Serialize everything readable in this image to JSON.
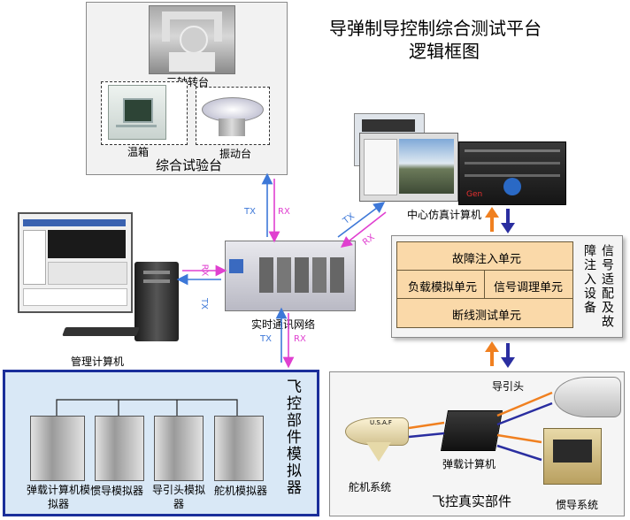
{
  "title": {
    "line1": "导弹制导控制综合测试平台",
    "line2": "逻辑框图"
  },
  "test_bench": {
    "label": "综合试验台",
    "turntable": "三轴转台",
    "chamber": "温箱",
    "vibration": "振动台"
  },
  "sim_computer": "中心仿真计算机",
  "mgmt_computer": "管理计算机",
  "network": "实时通讯网络",
  "signal_panel": {
    "vertical_label": "信号适配及故障注入设备",
    "fault_injection": "故障注入单元",
    "load_sim": "负载模拟单元",
    "signal_cond": "信号调理单元",
    "break_test": "断线测试单元"
  },
  "simulator_panel": {
    "vertical_label": "飞控部件模拟器",
    "units": [
      "弹载计算机模拟器",
      "惯导模拟器",
      "导引头模拟器",
      "舵机模拟器"
    ]
  },
  "real_panel": {
    "label": "飞控真实部件",
    "seeker": "导引头",
    "onboard": "弹载计算机",
    "servo": "舵机系统",
    "ins": "惯导系统",
    "missile_mark": "U.S.A.F"
  },
  "links": {
    "tx": "TX",
    "rx": "RX"
  },
  "device_marks": {
    "rack_logo": "Gen"
  },
  "colors": {
    "tx_line": "#3d78d8",
    "rx_line": "#e040d0",
    "up_arrow": "#f08020",
    "down_arrow": "#2a2ea0",
    "unit_fill": "#fad9a9",
    "sim_border": "#1a2e9a",
    "sim_bg": "#d9e8f6"
  }
}
